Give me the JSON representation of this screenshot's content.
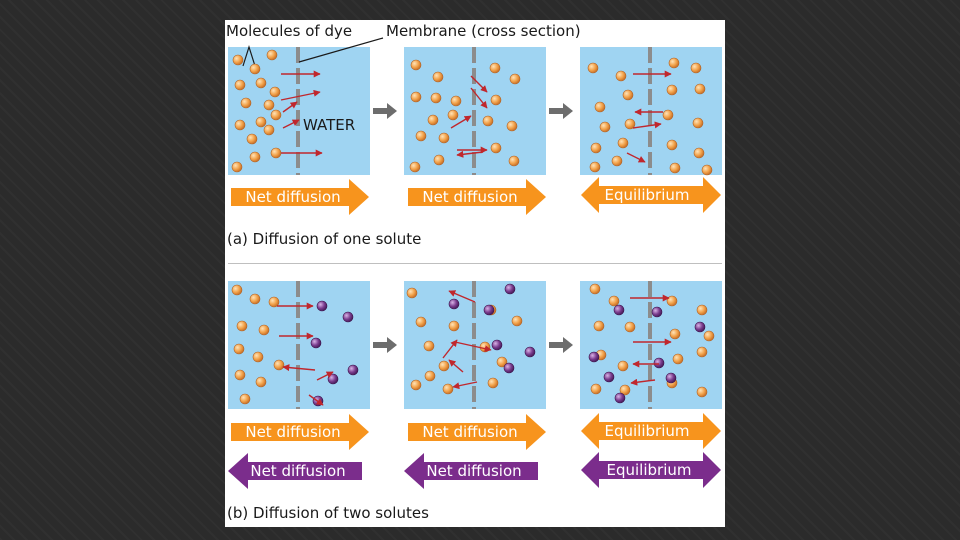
{
  "labels": {
    "dye_molecules": "Molecules of dye",
    "membrane": "Membrane (cross section)",
    "water": "WATER",
    "caption_a": "(a) Diffusion of one solute",
    "caption_b": "(b) Diffusion of two solutes"
  },
  "arrows": {
    "a": [
      "Net diffusion",
      "Net diffusion",
      "Equilibrium"
    ],
    "b_orange": [
      "Net diffusion",
      "Net diffusion",
      "Equilibrium"
    ],
    "b_purple": [
      "Net diffusion",
      "Net diffusion",
      "Equilibrium"
    ]
  },
  "colors": {
    "water": "#9fd4f2",
    "membrane": "#8c8c8c",
    "orange_solute": "#f2a24a",
    "purple_solute": "#7a3c8e",
    "arrow_orange": "#f7941d",
    "arrow_purple": "#7b2d8c",
    "motion_arrow": "#c0272d",
    "step_arrow": "#6d6d6d"
  }
}
